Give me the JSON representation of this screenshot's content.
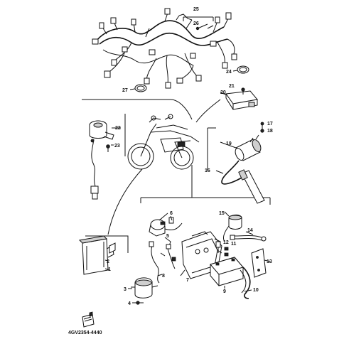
{
  "diagram": {
    "code": "4GV2354-4440",
    "parts": [
      {
        "id": "1",
        "text": "1"
      },
      {
        "id": "2",
        "text": "2"
      },
      {
        "id": "3",
        "text": "3"
      },
      {
        "id": "4",
        "text": "4"
      },
      {
        "id": "5",
        "text": "5"
      },
      {
        "id": "6",
        "text": "6"
      },
      {
        "id": "7",
        "text": "7"
      },
      {
        "id": "8",
        "text": "8"
      },
      {
        "id": "9",
        "text": "9"
      },
      {
        "id": "10",
        "text": "10"
      },
      {
        "id": "11",
        "text": "11"
      },
      {
        "id": "12",
        "text": "12"
      },
      {
        "id": "13",
        "text": "13"
      },
      {
        "id": "14",
        "text": "14"
      },
      {
        "id": "15",
        "text": "15"
      },
      {
        "id": "16",
        "text": "16"
      },
      {
        "id": "17",
        "text": "17"
      },
      {
        "id": "18",
        "text": "18"
      },
      {
        "id": "19",
        "text": "19"
      },
      {
        "id": "20",
        "text": "20"
      },
      {
        "id": "21",
        "text": "21"
      },
      {
        "id": "22",
        "text": "22"
      },
      {
        "id": "23",
        "text": "23"
      },
      {
        "id": "24",
        "text": "24"
      },
      {
        "id": "25",
        "text": "25"
      },
      {
        "id": "26",
        "text": "26"
      },
      {
        "id": "27",
        "text": "27"
      }
    ]
  }
}
